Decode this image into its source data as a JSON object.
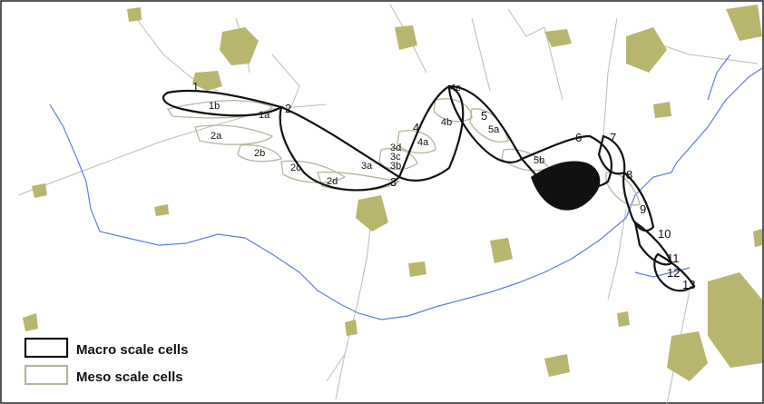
{
  "colors": {
    "urban": "#b8b56e",
    "river": "#5b7fe0",
    "road": "#bdbdb0",
    "macro": "#111111",
    "meso": "#b5b59a"
  },
  "legend": {
    "macro_label": "Macro scale cells",
    "meso_label": "Meso scale cells"
  },
  "cell_labels": {
    "c1": "1",
    "c1a": "1a",
    "c1b": "1b",
    "c2": "2",
    "c2a": "2a",
    "c2b": "2b",
    "c2c": "2c",
    "c2d": "2d",
    "c3": "3",
    "c3a": "3a",
    "c3b": "3b",
    "c3c": "3c",
    "c3d": "3d",
    "c4": "4",
    "c4a": "4a",
    "c4b": "4b",
    "c4c": "4c",
    "c5": "5",
    "c5a": "5a",
    "c5b": "5b",
    "c6": "6",
    "c7": "7",
    "c8": "8",
    "c9": "9",
    "c10": "10",
    "c11": "11",
    "c12": "12",
    "c13": "13"
  }
}
